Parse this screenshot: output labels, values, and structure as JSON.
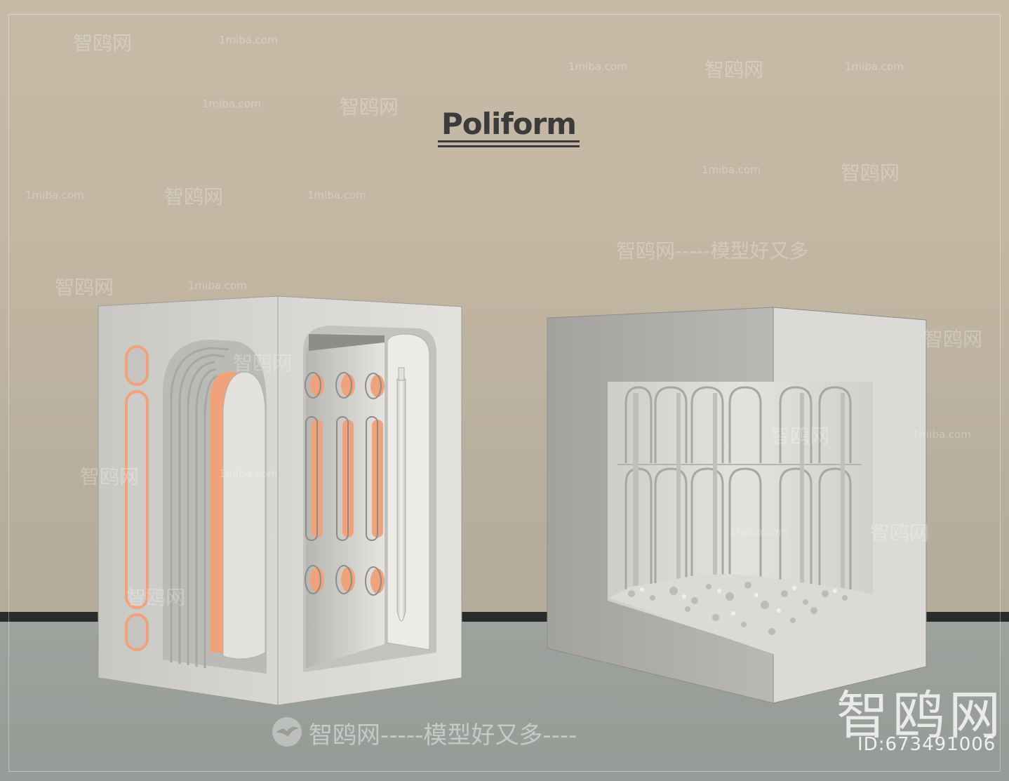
{
  "brand": {
    "name": "Poliform"
  },
  "watermarks": {
    "site": "1miba.com",
    "cn": "智鸥网",
    "slogan": "智鸥网-----模型好又多----",
    "slogan_mid": "智鸥网-----模型好又多",
    "big_cn": "智鸥网",
    "id_label": "ID:673491006"
  },
  "icons": {
    "logo": "seagull-logo-icon"
  },
  "colors": {
    "wall": "#c4b8a4",
    "floor": "#9a9e9a",
    "baseboard": "#2a2b2c",
    "box": "#dedcd9",
    "accent": "#f0a27a",
    "brand_text": "#3b3b3b"
  }
}
